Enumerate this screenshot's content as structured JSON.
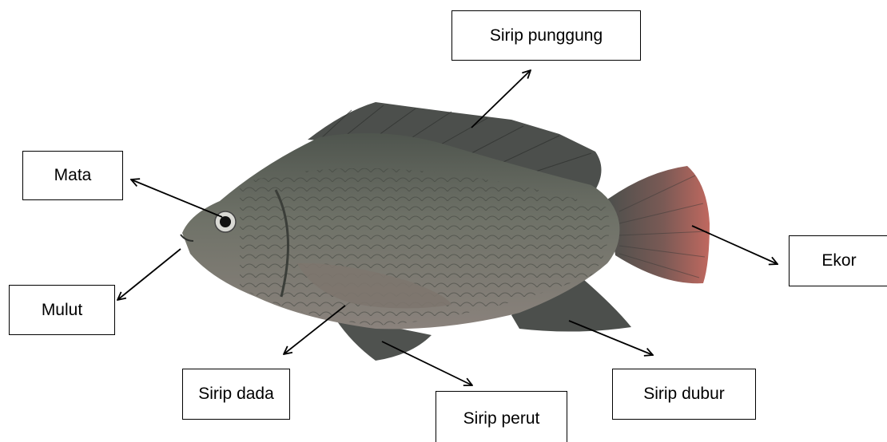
{
  "labels": {
    "sirip_punggung": "Sirip punggung",
    "mata": "Mata",
    "mulut": "Mulut",
    "ekor": "Ekor",
    "sirip_dada": "Sirip dada",
    "sirip_perut": "Sirip perut",
    "sirip_dubur": "Sirip dubur"
  },
  "colors": {
    "fish_body": "#6f7268",
    "fish_back": "#555a52",
    "fish_belly": "#8a827c",
    "fins": "#4c4f4c",
    "tail_red": "#b8615a",
    "arrow": "#000000"
  }
}
